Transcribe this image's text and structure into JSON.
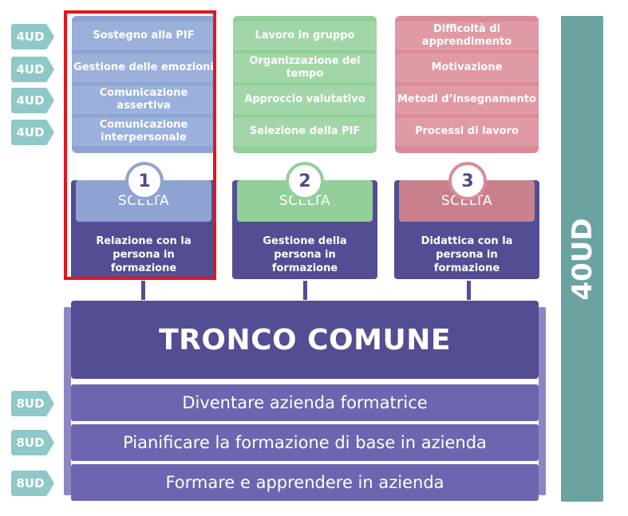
{
  "tags_top": [
    "4UD",
    "4UD",
    "4UD",
    "4UD"
  ],
  "tags_bottom": [
    "8UD",
    "8UD",
    "8UD"
  ],
  "modules": [
    {
      "number": "1",
      "choice_label": "SCELTA",
      "name": "Relazione con la persona in formazione",
      "topics": [
        "Sostegno alla PIF",
        "Gestione delle emozioni",
        "Comunicazione assertiva",
        "Comunicazione interpersonale"
      ],
      "color": "#8fa3d3"
    },
    {
      "number": "2",
      "choice_label": "SCELTA",
      "name": "Gestione della persona in formazione",
      "topics": [
        "Lavoro in gruppo",
        "Organizzazione del tempo",
        "Approccio valutativo",
        "Selezione della PIF"
      ],
      "color": "#92cf99"
    },
    {
      "number": "3",
      "choice_label": "SCELTA",
      "name": "Didattica con la persona in formazione",
      "topics": [
        "Difficoltà di apprendimento",
        "Motivazione",
        "Metodi d’insegnamento",
        "Processi di lavoro"
      ],
      "color": "#d88c98"
    }
  ],
  "trunk": {
    "title": "TRONCO COMUNE",
    "courses": [
      "Diventare azienda formatrice",
      "Pianificare la formazione di base in azienda",
      "Formare e apprendere in azienda"
    ]
  },
  "total": "40UD",
  "colors": {
    "trunk": "#534d93",
    "course_bar": "#6c66b0",
    "tag": "#8ec8c8",
    "total_bar": "#6aa3a0",
    "highlight": "#e5141b"
  }
}
